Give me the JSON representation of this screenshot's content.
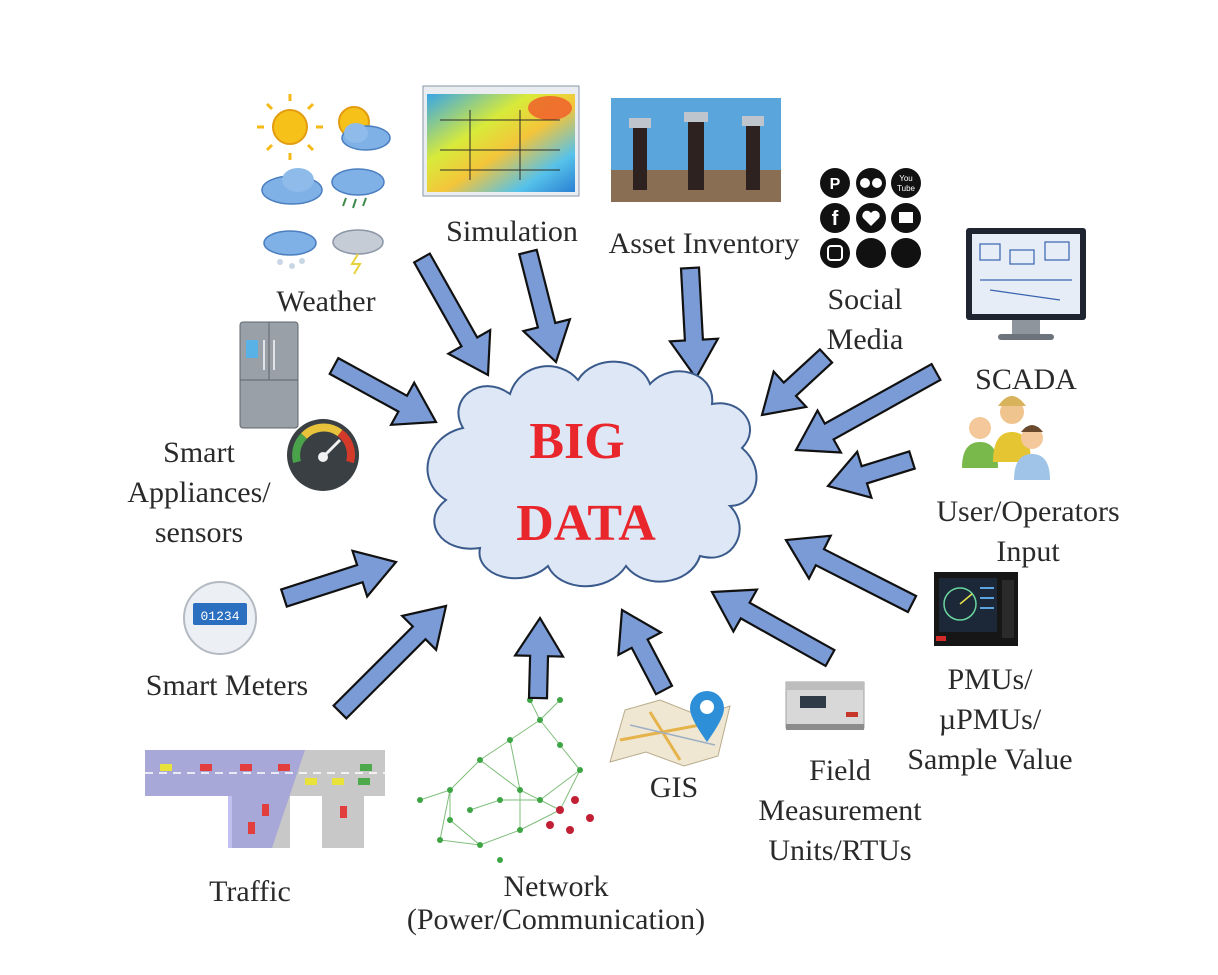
{
  "center": {
    "line1": "BIG",
    "line2": "DATA",
    "color": "#e8262b",
    "fill": "#dde7f5",
    "stroke": "#3b5a8c"
  },
  "arrow_color": "#7b9bd6",
  "sources": [
    {
      "id": "weather",
      "lines": [
        "Weather"
      ]
    },
    {
      "id": "simulation",
      "lines": [
        "Simulation"
      ]
    },
    {
      "id": "asset-inventory",
      "lines": [
        "Asset Inventory"
      ]
    },
    {
      "id": "social-media",
      "lines": [
        "Social",
        "Media"
      ]
    },
    {
      "id": "scada",
      "lines": [
        "SCADA"
      ]
    },
    {
      "id": "user-operators-input",
      "lines": [
        "User/Operators",
        "Input"
      ]
    },
    {
      "id": "pmus",
      "lines": [
        "PMUs/",
        "µPMUs/",
        "Sample Value"
      ]
    },
    {
      "id": "field-measurement",
      "lines": [
        "Field",
        "Measurement",
        "Units/RTUs"
      ]
    },
    {
      "id": "gis",
      "lines": [
        "GIS"
      ]
    },
    {
      "id": "network",
      "lines": [
        "Network",
        "(Power/Communication)"
      ]
    },
    {
      "id": "traffic",
      "lines": [
        "Traffic"
      ]
    },
    {
      "id": "smart-meters",
      "lines": [
        "Smart Meters"
      ]
    },
    {
      "id": "smart-appliances",
      "lines": [
        "Smart",
        "Appliances/",
        "sensors"
      ]
    }
  ],
  "meter_reading": "01234"
}
